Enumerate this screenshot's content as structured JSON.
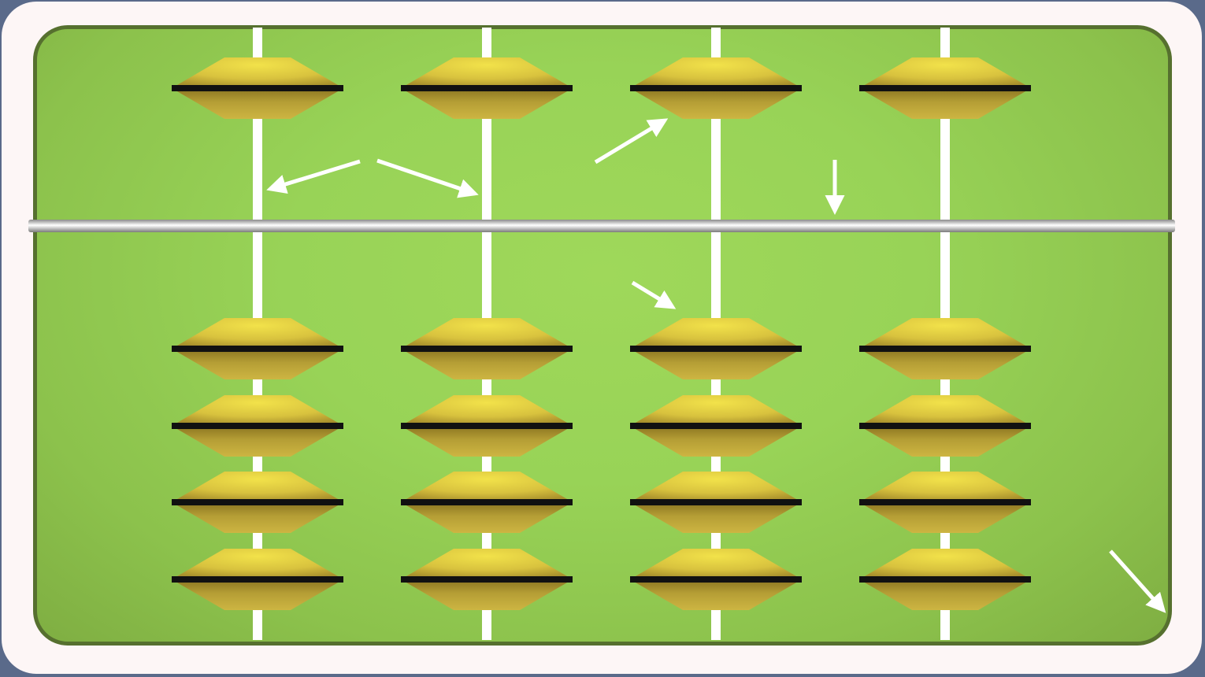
{
  "abacus": {
    "rods": 4,
    "upper_beads_per_rod": 1,
    "lower_beads_per_rod": 4,
    "colors": {
      "board": "#98d357",
      "board_border": "#56702f",
      "frame": "#fdf6f6",
      "rod": "#ffffff",
      "beam": "#b8b8b8",
      "bead_light": "#f2e24a",
      "bead_dark": "#a8902c",
      "bead_band": "#111111",
      "arrow": "#ffffff"
    }
  }
}
